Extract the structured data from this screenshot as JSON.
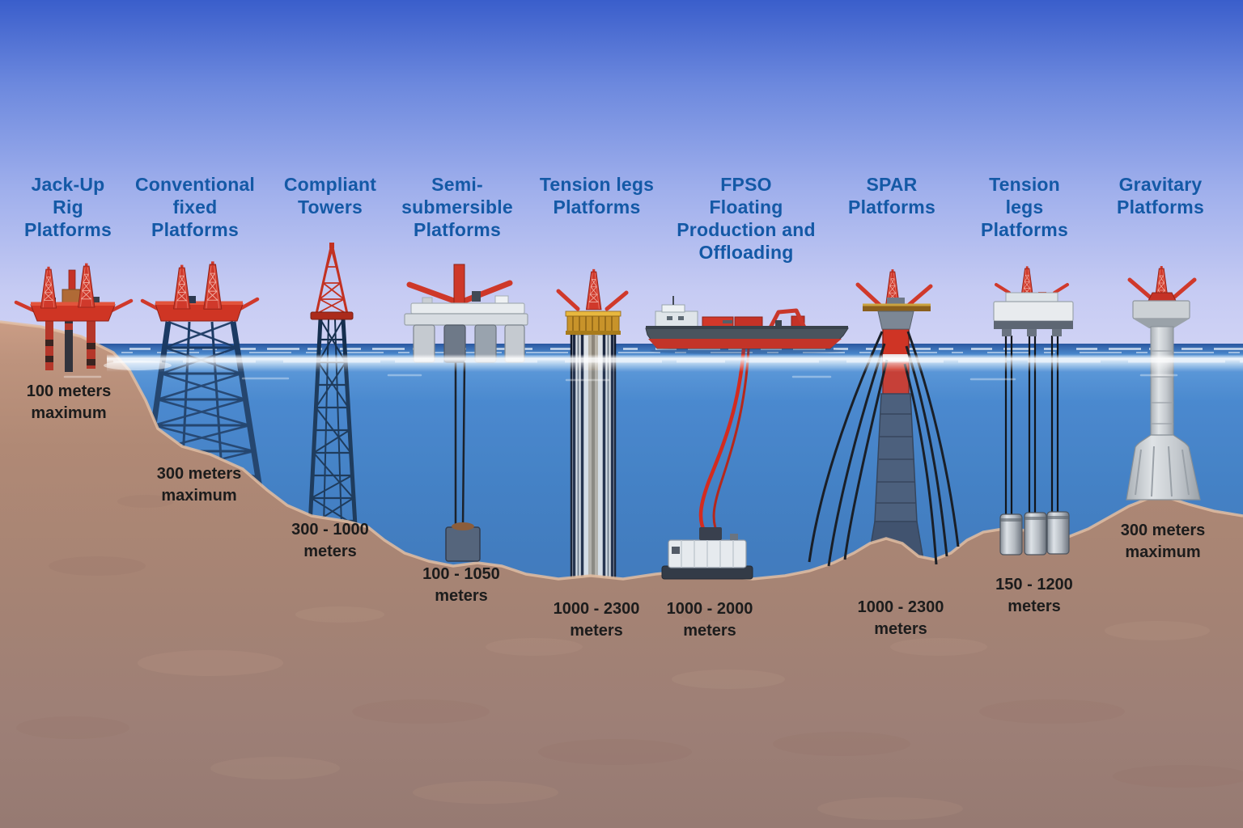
{
  "scene": {
    "sky_top_color": "#3a5ecb",
    "sky_horizon_color": "#cfd2f4",
    "sea_color": "#4585cd",
    "sea_deep_color": "#33679e",
    "sand_color": "#b08975",
    "title_text_color": "#1459a6",
    "depth_text_color": "#1c1c1c",
    "structure_red": "#d0392b",
    "structure_navy": "#1b3a63"
  },
  "platforms": [
    {
      "id": "jack-up-rig",
      "title": "Jack-Up\nRig\nPlatforms",
      "depth_label": "100 meters\nmaximum"
    },
    {
      "id": "conventional-fixed",
      "title": "Conventional\nfixed\nPlatforms",
      "depth_label": "300 meters\nmaximum"
    },
    {
      "id": "compliant-towers",
      "title": "Compliant\nTowers",
      "depth_label": "300 - 1000\nmeters"
    },
    {
      "id": "semi-submersible",
      "title": "Semi-\nsubmersible\nPlatforms",
      "depth_label": "100 - 1050\nmeters"
    },
    {
      "id": "tension-legs-1",
      "title": "Tension legs\nPlatforms",
      "depth_label": "1000 - 2300\nmeters"
    },
    {
      "id": "fpso",
      "title": "FPSO\nFloating\nProduction and\nOffloading",
      "depth_label": "1000 - 2000\nmeters"
    },
    {
      "id": "spar",
      "title": "SPAR\nPlatforms",
      "depth_label": "1000 - 2300\nmeters"
    },
    {
      "id": "tension-legs-2",
      "title": "Tension\nlegs\nPlatforms",
      "depth_label": "150 - 1200\nmeters"
    },
    {
      "id": "gravitary",
      "title": "Gravitary\nPlatforms",
      "depth_label": "300 meters\nmaximum"
    }
  ]
}
